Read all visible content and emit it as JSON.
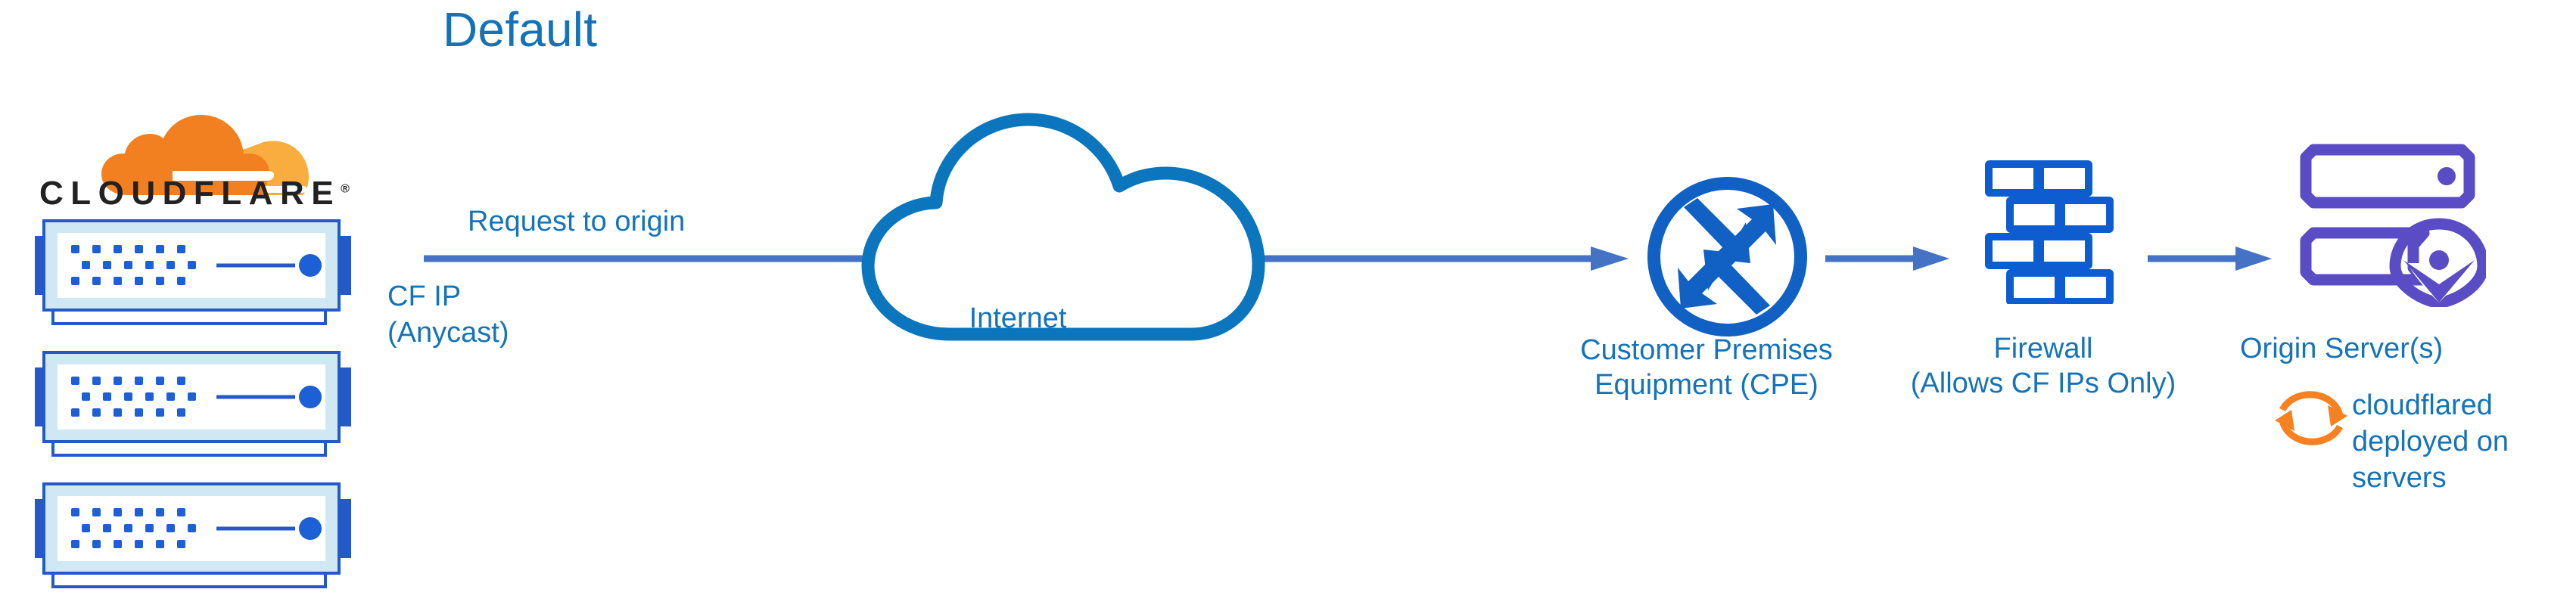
{
  "diagram": {
    "title": "Default",
    "type": "network-architecture-flow",
    "background_color": "#ffffff",
    "text_color": "#1573b9",
    "arrow_color": "#4472c4"
  },
  "brand": {
    "name": "CLOUDFLARE",
    "registered_mark": "®",
    "logo_icon": "cloudflare-cloud-logo",
    "orange_primary": "#f38020",
    "orange_secondary": "#faad3f",
    "wordmark_color": "#222222"
  },
  "nodes": [
    {
      "id": "cloudflare-edge",
      "icon": "server-rack-icon",
      "count": 3,
      "icon_color": "#2559c9",
      "icon_fill": "#cfe8f3"
    },
    {
      "id": "internet",
      "label": "Internet",
      "icon": "cloud-icon",
      "icon_color": "#0b76bd"
    },
    {
      "id": "cpe",
      "label_line1": "Customer Premises",
      "label_line2": "Equipment (CPE)",
      "icon": "router-icon",
      "icon_color": "#1160c4"
    },
    {
      "id": "firewall",
      "label_line1": "Firewall",
      "label_line2": "(Allows CF IPs Only)",
      "icon": "brick-wall-firewall-icon",
      "icon_color": "#0d5dd0"
    },
    {
      "id": "origin",
      "label": "Origin Server(s)",
      "icon": "origin-server-location-icon",
      "icon_color": "#5a4cc4"
    }
  ],
  "annotations": {
    "request_to_origin": "Request to origin",
    "cf_ip_line1": "CF IP",
    "cf_ip_line2": "(Anycast)",
    "cloudflared_line1": "cloudflared",
    "cloudflared_line2": "deployed on",
    "cloudflared_line3": "servers",
    "cloudflared_icon": "sync-refresh-icon",
    "cloudflared_icon_color": "#f68120"
  },
  "connections": [
    {
      "from": "cloudflare-edge",
      "to": "cpe",
      "style": "arrow",
      "passes_through": "internet"
    },
    {
      "from": "cpe",
      "to": "firewall",
      "style": "arrow"
    },
    {
      "from": "firewall",
      "to": "origin",
      "style": "arrow"
    }
  ]
}
